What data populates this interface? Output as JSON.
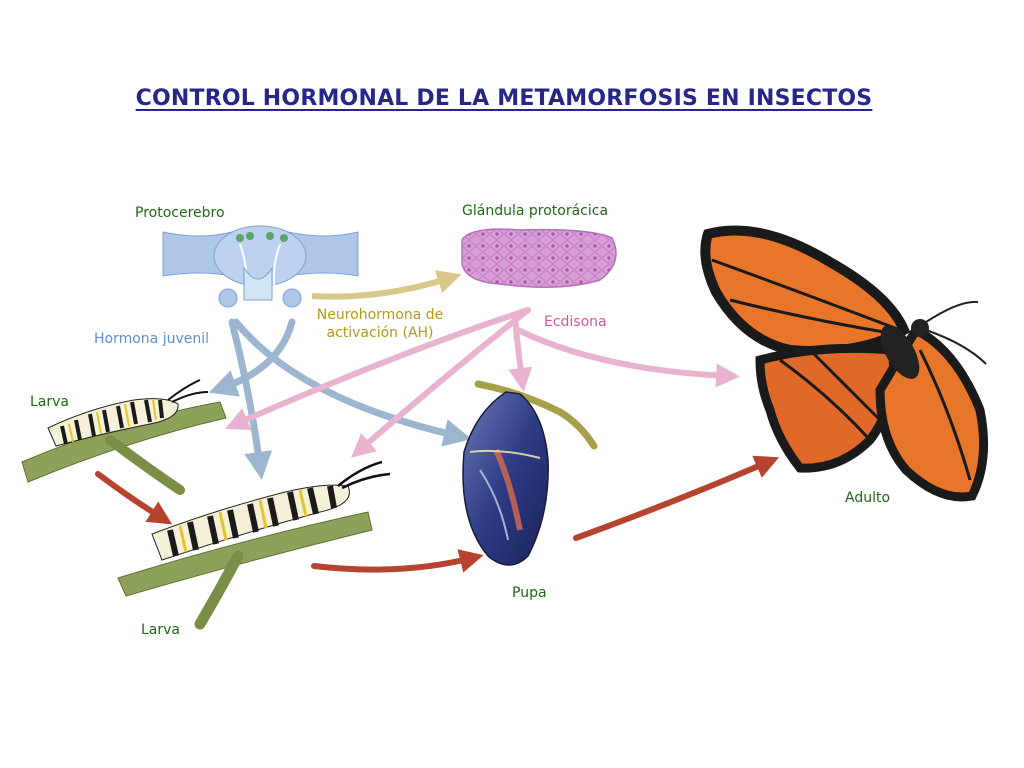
{
  "title": "CONTROL HORMONAL DE LA METAMORFOSIS EN INSECTOS",
  "labels": {
    "protocerebro": "Protocerebro",
    "glandula": "Glándula protorácica",
    "neurohormona": "Neurohormona de activación (AH)",
    "ecdisona": "Ecdisona",
    "hormona_juvenil": "Hormona juvenil",
    "larva_1": "Larva",
    "larva_2": "Larva",
    "pupa": "Pupa",
    "adulto": "Adulto"
  },
  "colors": {
    "title": "#27278a",
    "stage_labels": "#1e6b14",
    "neurohormona": "#b89a12",
    "ecdisona": "#d9559a",
    "hormona_juvenil": "#5b8fd6",
    "juvenile_arrow": "#9db6cf",
    "ecdysone_arrow": "#e9b3cf",
    "ah_arrow": "#d8c98a",
    "life_cycle_arrow": "#b5432e",
    "butterfly_orange": "#e8762a",
    "gland_pink": "#d69ad6",
    "brain_blue": "#aec6ea"
  }
}
